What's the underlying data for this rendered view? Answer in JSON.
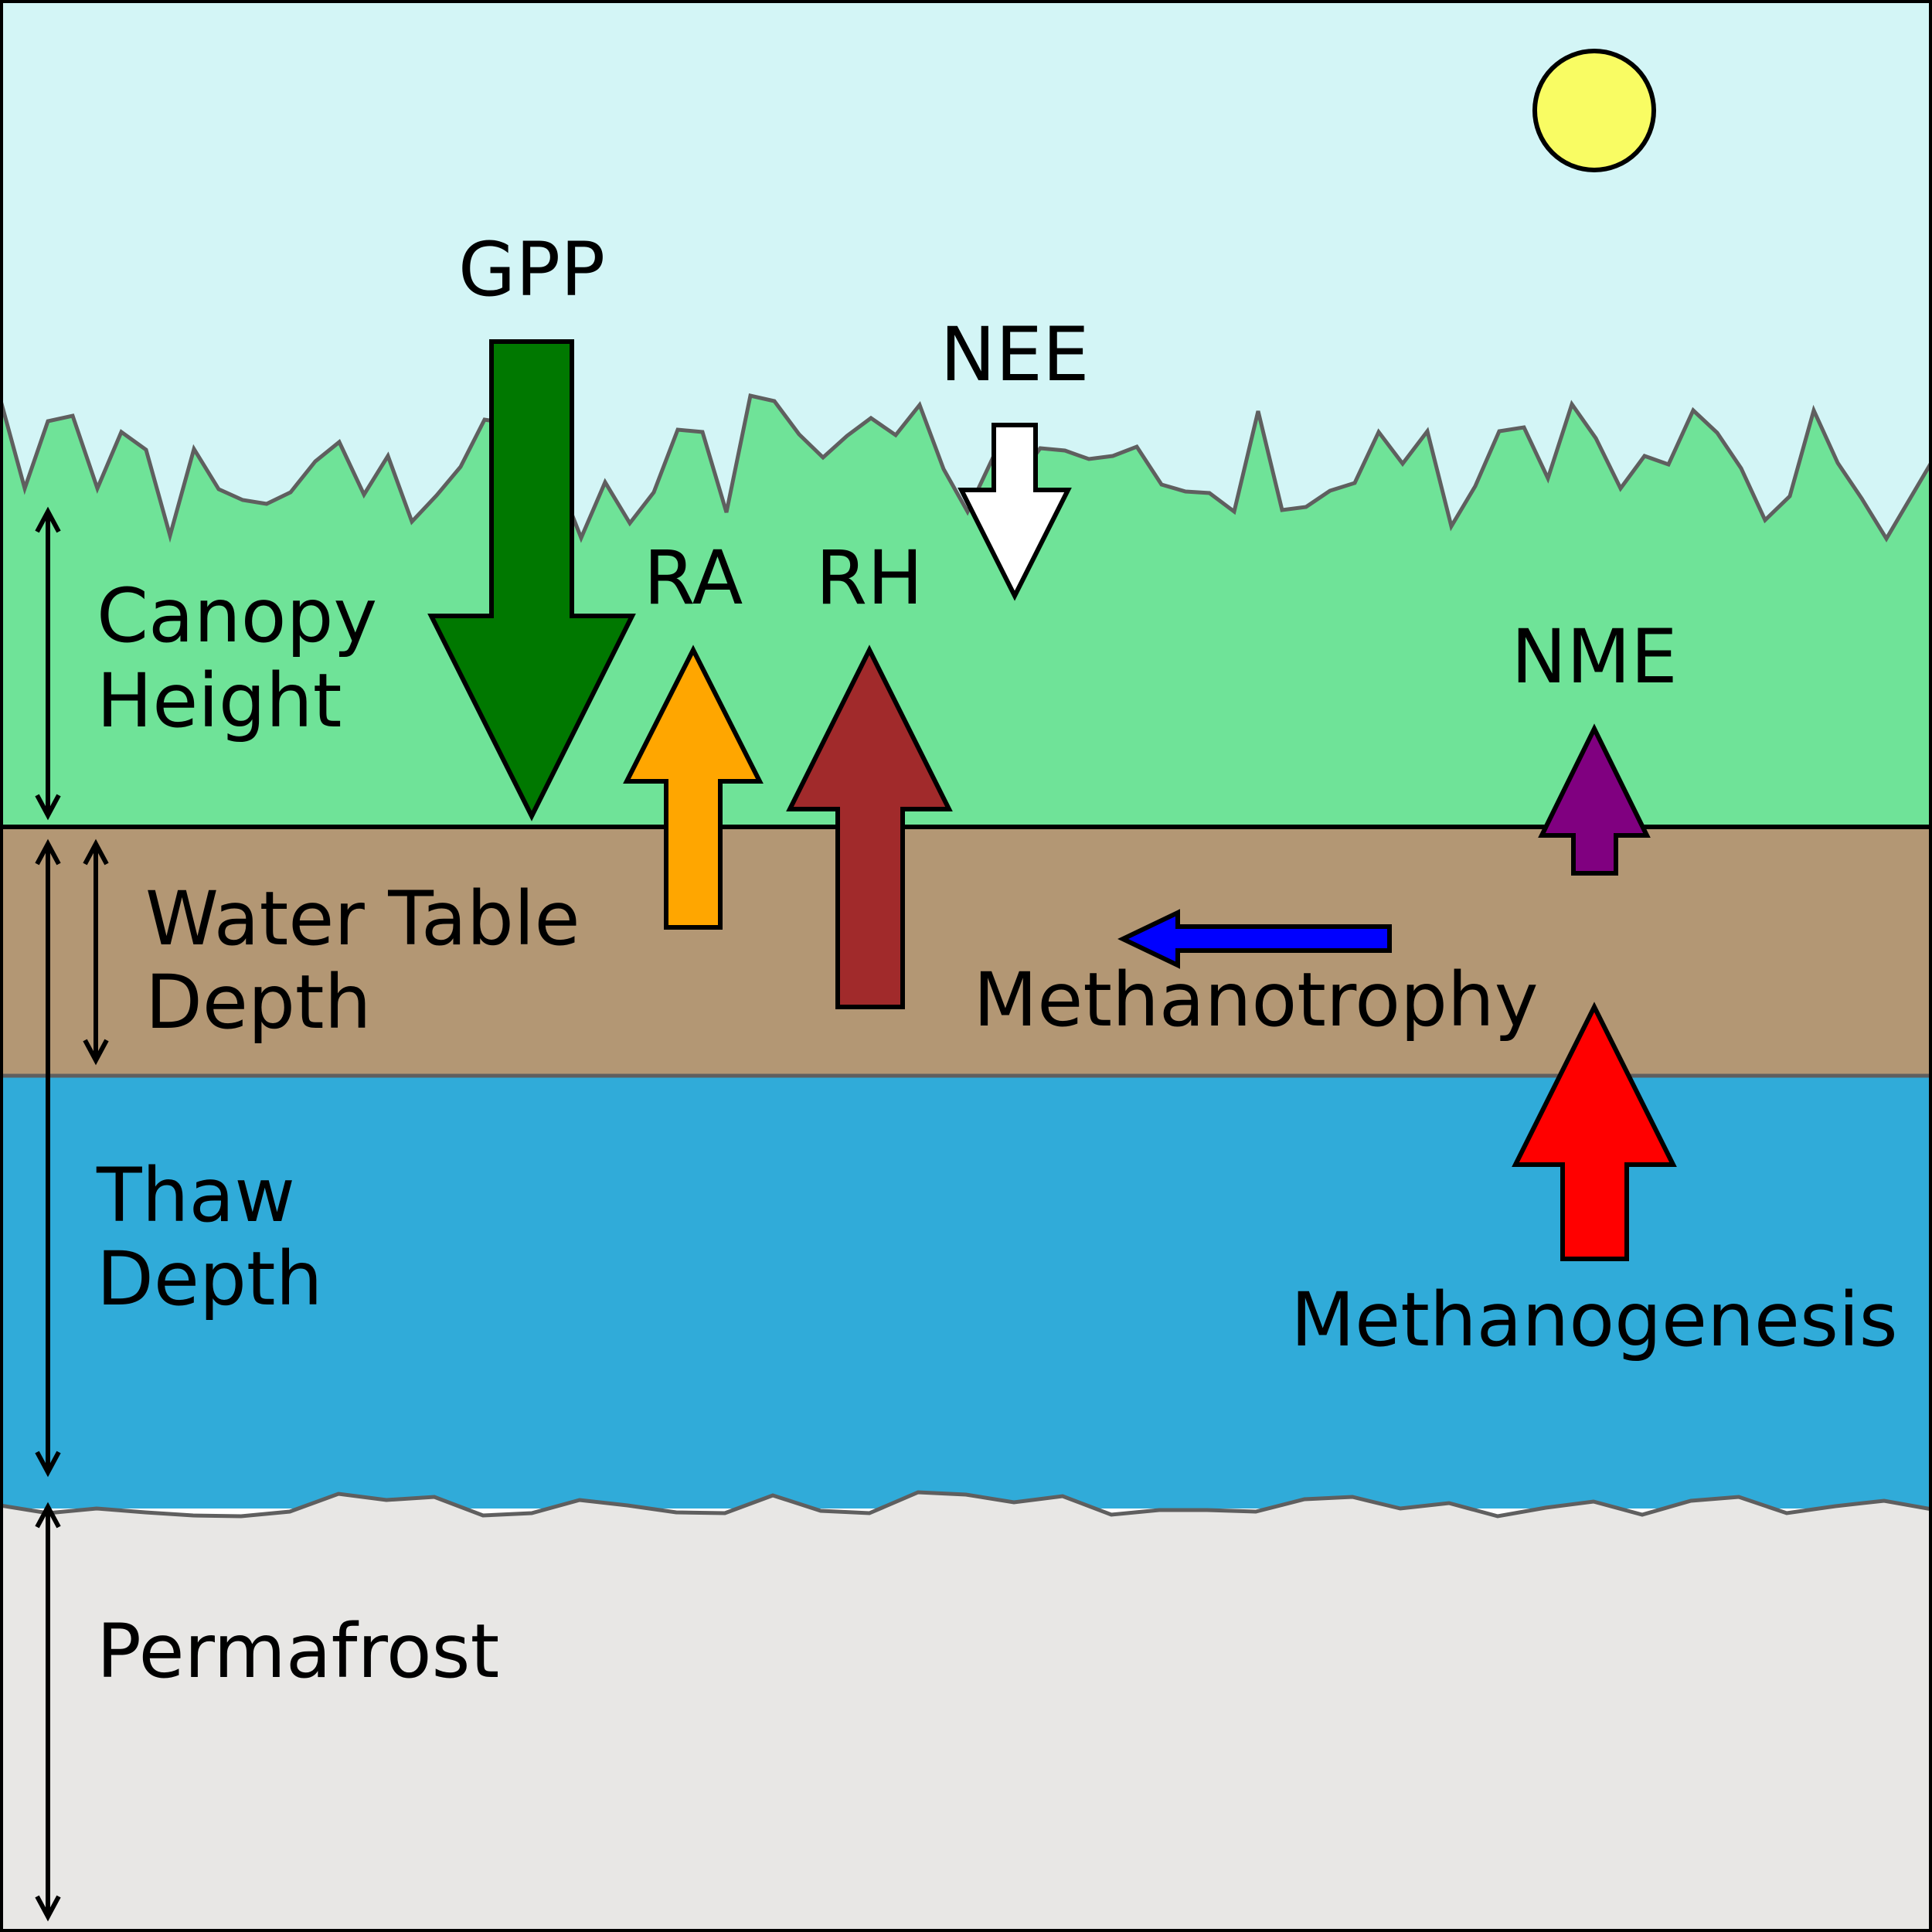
{
  "labels": {
    "gpp": "GPP",
    "nee": "NEE",
    "ra": "RA",
    "rh": "RH",
    "nme": "NME",
    "methanotrophy": "Methanotrophy",
    "methanogenesis": "Methanogenesis"
  },
  "layers": {
    "canopy": [
      "Canopy",
      "Height"
    ],
    "water_table": [
      "Water Table",
      "Depth"
    ],
    "thaw": [
      "Thaw",
      "Depth"
    ],
    "permafrost": "Permafrost"
  },
  "colors": {
    "sky": "#d3f5f6",
    "canopy": "#6fe398",
    "soil": "#b39774",
    "thaw": "#30abd9",
    "permafrost": "#e8e7e5",
    "sun": "#f9fc63",
    "gpp": "#007800",
    "nee": "#ffffff",
    "ra": "#ffa600",
    "rh": "#a12a2b",
    "nme": "#800080",
    "methanotrophy": "#0000ff",
    "methanogenesis": "#ff0000"
  },
  "icons": {
    "sun": "sun-icon"
  }
}
